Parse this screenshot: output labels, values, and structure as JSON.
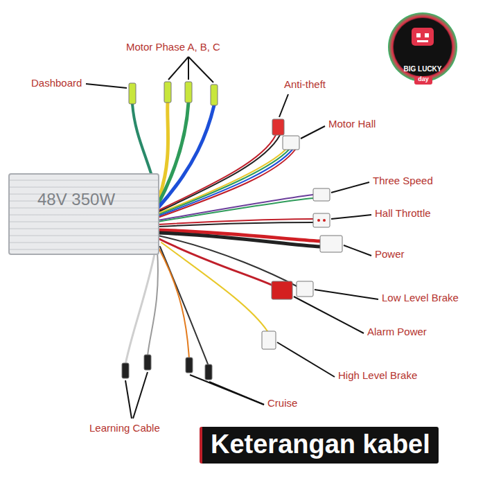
{
  "diagram": {
    "nodes": [
      {
        "text": [
          "48V 350W"
        ]
      },
      {
        "text": [
          "Keterangan kabel"
        ]
      }
    ],
    "labels": [
      "Motor Phase A, B, C",
      "Dashboard",
      "Anti-theft",
      "Motor Hall",
      "Three Speed",
      "Hall Throttle",
      "Power",
      "Low Level Brake",
      "Alarm Power",
      "High Level Brake",
      "Cruise",
      "Learning Cable",
      "BIG LUCKY",
      "day"
    ]
  }
}
